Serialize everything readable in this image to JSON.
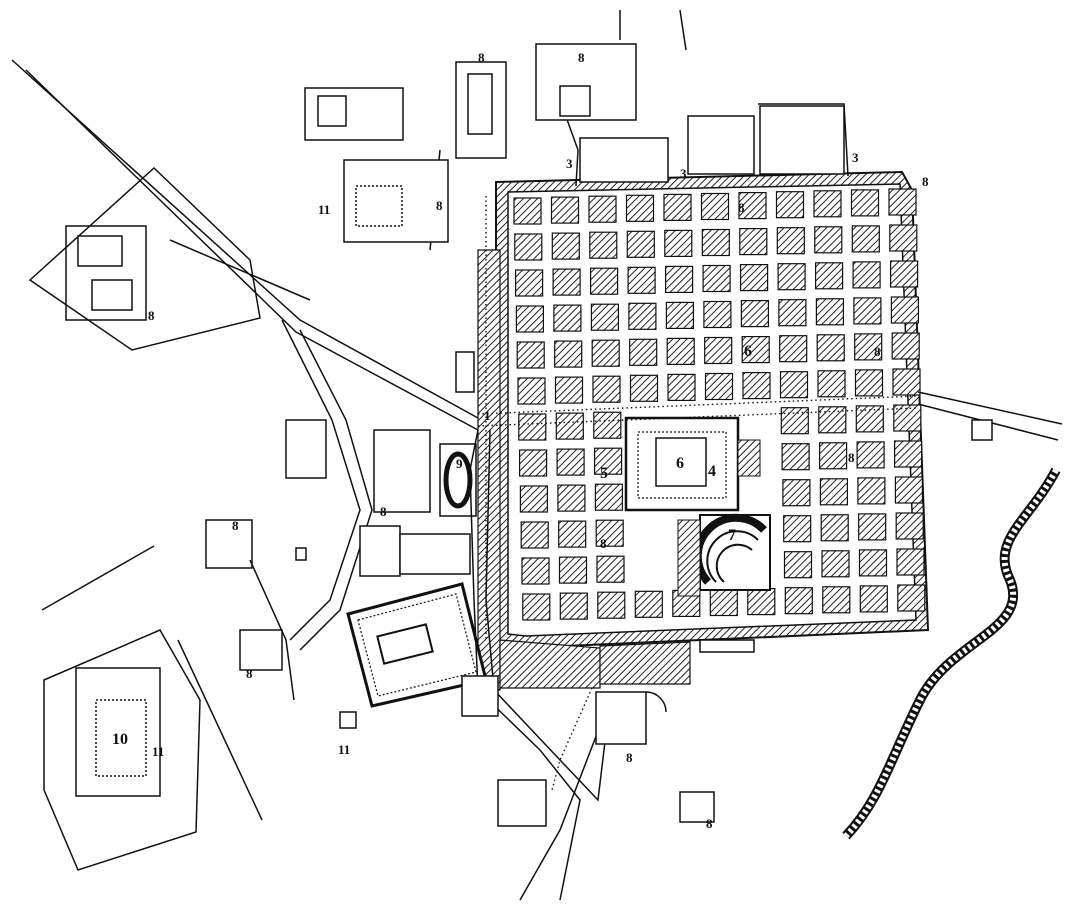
{
  "map": {
    "colors": {
      "ink": "#111111",
      "paper": "#ffffff",
      "hatch": "#222222"
    },
    "labels": {
      "l1": "1",
      "l3a": "3",
      "l3b": "3",
      "l3c": "3",
      "l4": "4",
      "l5": "5",
      "l6a": "6",
      "l6b": "6",
      "l7": "7",
      "l8a": "8",
      "l8b": "8",
      "l8c": "8",
      "l8d": "8",
      "l8e": "8",
      "l8f": "8",
      "l8g": "8",
      "l8h": "8",
      "l8i": "8",
      "l8j": "8",
      "l8k": "8",
      "l8l": "8",
      "l8m": "8",
      "l8n": "8",
      "l9": "9",
      "l10": "10",
      "l11a": "11",
      "l11b": "11",
      "l11c": "11"
    }
  }
}
